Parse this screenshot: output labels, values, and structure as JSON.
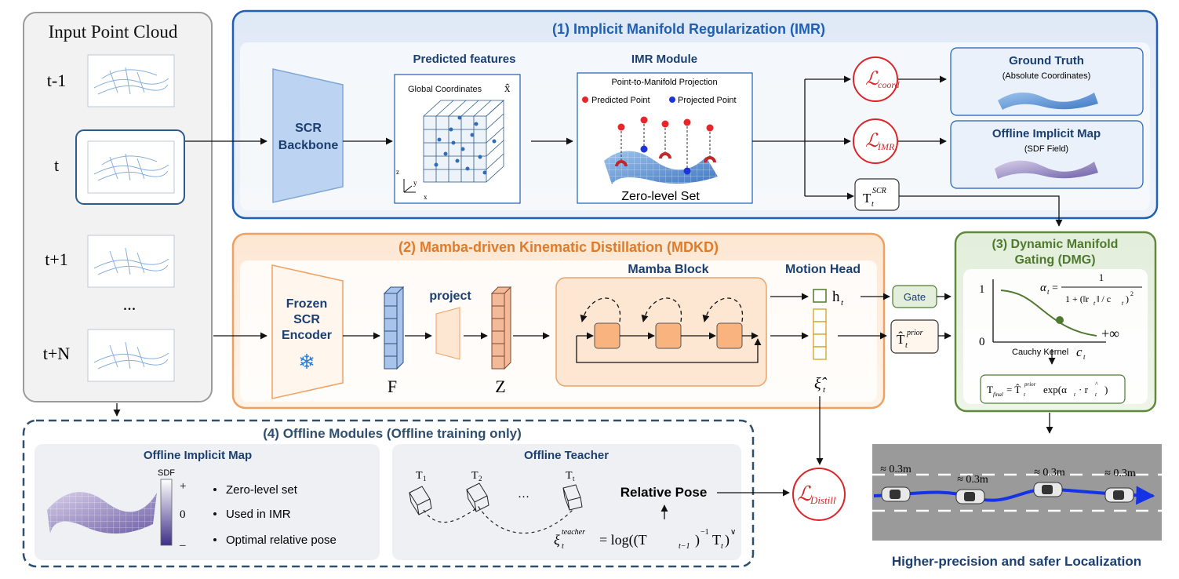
{
  "input_panel": {
    "title": "Input Point Cloud",
    "frames": [
      "t-1",
      "t",
      "t+1",
      "...",
      "t+N"
    ]
  },
  "imr": {
    "title": "(1) Implicit Manifold Regularization (IMR)",
    "backbone": [
      "SCR",
      "Backbone"
    ],
    "pred_features_title": "Predicted features",
    "global_coords": "Global Coordinates",
    "x_hat": "x̂",
    "axes": {
      "z": "z",
      "y": "y",
      "x": "x"
    },
    "module_title": "IMR Module",
    "projection_title": "Point-to-Manifold Projection",
    "legend_predicted": "Predicted Point",
    "legend_projected": "Projected Point",
    "zero_level": "Zero-level Set",
    "loss_coord": {
      "main": "ℒ",
      "sub": "coord"
    },
    "loss_imr": {
      "main": "ℒ",
      "sub": "IMR"
    },
    "gt_title": "Ground Truth",
    "gt_sub": "(Absolute Coordinates)",
    "map_title": "Offline Implicit Map",
    "map_sub": "(SDF Field)",
    "t_scr": {
      "main": "T",
      "sub": "t",
      "sup": "SCR"
    }
  },
  "mdkd": {
    "title": "(2) Mamba-driven Kinematic Distillation (MDKD)",
    "encoder": [
      "Frozen",
      "SCR",
      "Encoder"
    ],
    "snowflake": "❄",
    "f_label": "F",
    "project_label": "project",
    "z_label": "Z",
    "mamba_title": "Mamba Block",
    "motion_title": "Motion Head",
    "h_label": {
      "main": "h",
      "sub": "t"
    },
    "xi_label": {
      "main": "ξ̂",
      "sub": "t"
    },
    "gate_label": "Gate",
    "t_prior": {
      "main": "T̂",
      "sub": "t",
      "sup": "prior"
    }
  },
  "dmg": {
    "title_line1": "(3) Dynamic Manifold",
    "title_line2": "Gating (DMG)",
    "y_one": "1",
    "y_zero": "0",
    "x_inf": "+∞",
    "alpha_lhs": "α",
    "alpha_lhs_sub": "t",
    "alpha_num": "1",
    "alpha_den": "1 + (‖r",
    "alpha_den_sub": "t",
    "alpha_den_rest": "‖ / c",
    "alpha_den_sub2": "t",
    "alpha_den_end": ")",
    "alpha_den_sup": "2",
    "kernel_label": "Cauchy Kernel",
    "kernel_var": "c",
    "kernel_var_sub": "t",
    "tfinal": "T",
    "tfinal_sub": "final",
    "tfinal_rest": "= T̂",
    "tfinal_rest_sub": "t",
    "tfinal_rest_sup": "prior",
    "tfinal_exp": "exp(α",
    "tfinal_exp_sub": "t",
    "tfinal_exp_rest": "· r",
    "tfinal_exp_sub2": "t",
    "tfinal_exp_sup": "^",
    "tfinal_exp_end": ")"
  },
  "offline": {
    "title": "(4)  Offline Modules (Offline training only)",
    "map_title": "Offline Implicit Map",
    "sdf": "SDF",
    "plus": "+",
    "zero": "0",
    "minus": "–",
    "bullets": [
      "Zero-level set",
      "Used in IMR",
      "Optimal relative pose"
    ],
    "teacher_title": "Offline Teacher",
    "t1": "T",
    "t1_sub": "1",
    "t2": "T",
    "t2_sub": "2",
    "dots": "···",
    "tt": "T",
    "tt_sub": "t",
    "relative_pose": "Relative Pose",
    "xi_teacher": "ξ",
    "xi_teacher_sub": "t",
    "xi_teacher_sup": "teacher",
    "xi_eq": "= log((T",
    "xi_eq_sub": "t−1",
    "xi_eq_close": ")",
    "xi_eq_sup": "−1",
    "xi_eq_t": "T",
    "xi_eq_t_sub": "t",
    "xi_eq_end": ")",
    "xi_eq_vee": "∨",
    "loss_distill": {
      "main": "ℒ",
      "sub": "Distill"
    }
  },
  "road": {
    "distance": "≈ 0.3m",
    "caption": "Higher-precision and safer Localization"
  },
  "colors": {
    "imr_border": "#1f5fb4",
    "imr_title": "#1f5fb4",
    "mdkd_border": "#f0a060",
    "mdkd_title": "#e07b2a",
    "dmg_border": "#5f8a3c",
    "dmg_title": "#4e7a2e",
    "offline_border": "#2e4f6e",
    "offline_title": "#2e4f6e",
    "loss_red": "#d9262a",
    "route_blue": "#1432e6"
  }
}
